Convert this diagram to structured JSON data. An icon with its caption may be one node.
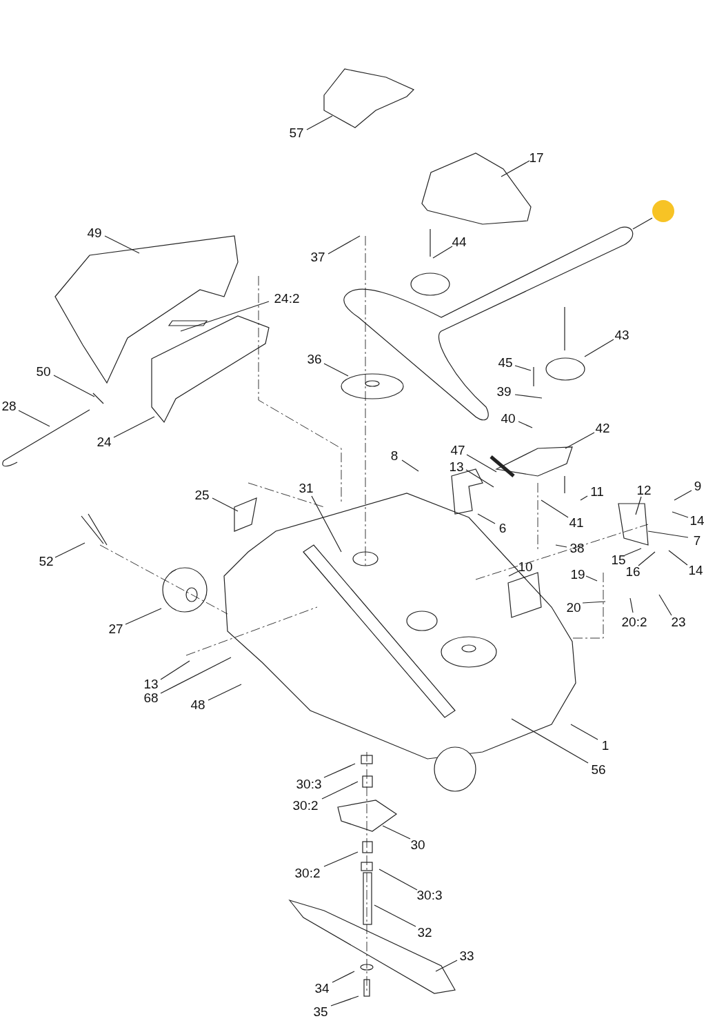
{
  "diagram": {
    "nodes": [
      {
        "text": [
          "57"
        ]
      },
      {
        "text": [
          "17"
        ]
      },
      {
        "text": [],
        "shape": "circle"
      },
      {
        "text": [
          "49"
        ]
      },
      {
        "text": [
          "37"
        ]
      },
      {
        "text": [
          "44"
        ]
      },
      {
        "text": [
          "24:2"
        ]
      },
      {
        "text": [
          "43"
        ]
      },
      {
        "text": [
          "36"
        ]
      },
      {
        "text": [
          "45"
        ]
      },
      {
        "text": [
          "50"
        ]
      },
      {
        "text": [
          "39"
        ]
      },
      {
        "text": [
          "28"
        ]
      },
      {
        "text": [
          "40"
        ]
      },
      {
        "text": [
          "42"
        ]
      },
      {
        "text": [
          "24"
        ]
      },
      {
        "text": [
          "47"
        ]
      },
      {
        "text": [
          "8"
        ]
      },
      {
        "text": [
          "13"
        ]
      },
      {
        "text": [
          "9"
        ]
      },
      {
        "text": [
          "31"
        ]
      },
      {
        "text": [
          "12"
        ]
      },
      {
        "text": [
          "11"
        ]
      },
      {
        "text": [
          "25"
        ]
      },
      {
        "text": [
          "41"
        ]
      },
      {
        "text": [
          "14"
        ]
      },
      {
        "text": [
          "6"
        ]
      },
      {
        "text": [
          "7"
        ]
      },
      {
        "text": [
          "38"
        ]
      },
      {
        "text": [
          "52"
        ]
      },
      {
        "text": [
          "15"
        ]
      },
      {
        "text": [
          "10"
        ]
      },
      {
        "text": [
          "14"
        ]
      },
      {
        "text": [
          "16"
        ]
      },
      {
        "text": [
          "19"
        ]
      },
      {
        "text": [
          "20"
        ]
      },
      {
        "text": [
          "20:2"
        ]
      },
      {
        "text": [
          "23"
        ]
      },
      {
        "text": [
          "27"
        ]
      },
      {
        "text": [
          "13"
        ]
      },
      {
        "text": [
          "68"
        ]
      },
      {
        "text": [
          "48"
        ]
      },
      {
        "text": [
          "1"
        ]
      },
      {
        "text": [
          "56"
        ]
      },
      {
        "text": [
          "30:3"
        ]
      },
      {
        "text": [
          "30:2"
        ]
      },
      {
        "text": [
          "30"
        ]
      },
      {
        "text": [
          "30:2"
        ]
      },
      {
        "text": [
          "30:3"
        ]
      },
      {
        "text": [
          "32"
        ]
      },
      {
        "text": [
          "33"
        ]
      },
      {
        "text": [
          "34"
        ]
      },
      {
        "text": [
          "35"
        ]
      }
    ],
    "edges": [
      {
        "from": 0,
        "to": null,
        "arrow": "none"
      },
      {
        "from": 1,
        "to": null,
        "arrow": "none"
      },
      {
        "from": 2,
        "to": null,
        "arrow": "none"
      },
      {
        "from": 3,
        "to": null,
        "arrow": "none"
      },
      {
        "from": 4,
        "to": null,
        "arrow": "none"
      },
      {
        "from": 5,
        "to": null,
        "arrow": "none"
      },
      {
        "from": 6,
        "to": null,
        "arrow": "none"
      },
      {
        "from": 7,
        "to": null,
        "arrow": "none"
      },
      {
        "from": 8,
        "to": null,
        "arrow": "none"
      },
      {
        "from": 9,
        "to": null,
        "arrow": "none"
      },
      {
        "from": 10,
        "to": null,
        "arrow": "none"
      },
      {
        "from": 11,
        "to": null,
        "arrow": "none"
      },
      {
        "from": 12,
        "to": null,
        "arrow": "none"
      },
      {
        "from": 13,
        "to": null,
        "arrow": "none"
      },
      {
        "from": 14,
        "to": null,
        "arrow": "none"
      },
      {
        "from": 15,
        "to": null,
        "arrow": "none"
      },
      {
        "from": 16,
        "to": null,
        "arrow": "none"
      },
      {
        "from": 17,
        "to": null,
        "arrow": "none"
      },
      {
        "from": 18,
        "to": null,
        "arrow": "none"
      },
      {
        "from": 19,
        "to": null,
        "arrow": "none"
      },
      {
        "from": 20,
        "to": null,
        "arrow": "none"
      },
      {
        "from": 21,
        "to": null,
        "arrow": "none"
      },
      {
        "from": 22,
        "to": null,
        "arrow": "none"
      },
      {
        "from": 23,
        "to": null,
        "arrow": "none"
      },
      {
        "from": 24,
        "to": null,
        "arrow": "none"
      },
      {
        "from": 25,
        "to": null,
        "arrow": "none"
      },
      {
        "from": 26,
        "to": null,
        "arrow": "none"
      },
      {
        "from": 27,
        "to": null,
        "arrow": "none"
      },
      {
        "from": 28,
        "to": null,
        "arrow": "none"
      },
      {
        "from": 29,
        "to": null,
        "arrow": "none"
      },
      {
        "from": 30,
        "to": null,
        "arrow": "none"
      },
      {
        "from": 31,
        "to": null,
        "arrow": "none"
      },
      {
        "from": 32,
        "to": null,
        "arrow": "none"
      },
      {
        "from": 33,
        "to": null,
        "arrow": "none"
      },
      {
        "from": 34,
        "to": null,
        "arrow": "none"
      },
      {
        "from": 35,
        "to": null,
        "arrow": "none"
      },
      {
        "from": 36,
        "to": null,
        "arrow": "none"
      },
      {
        "from": 37,
        "to": null,
        "arrow": "none"
      },
      {
        "from": 38,
        "to": null,
        "arrow": "none"
      },
      {
        "from": 39,
        "to": null,
        "arrow": "none"
      },
      {
        "from": 40,
        "to": null,
        "arrow": "none"
      },
      {
        "from": 41,
        "to": null,
        "arrow": "none"
      },
      {
        "from": 42,
        "to": null,
        "arrow": "none"
      },
      {
        "from": 43,
        "to": null,
        "arrow": "none"
      },
      {
        "from": 44,
        "to": null,
        "arrow": "none"
      },
      {
        "from": 45,
        "to": null,
        "arrow": "none"
      },
      {
        "from": 46,
        "to": null,
        "arrow": "none"
      },
      {
        "from": 47,
        "to": null,
        "arrow": "none"
      },
      {
        "from": 48,
        "to": null,
        "arrow": "none"
      },
      {
        "from": 49,
        "to": null,
        "arrow": "none"
      },
      {
        "from": 50,
        "to": null,
        "arrow": "none"
      },
      {
        "from": 51,
        "to": null,
        "arrow": "none"
      },
      {
        "from": 52,
        "to": null,
        "arrow": "none"
      }
    ]
  }
}
